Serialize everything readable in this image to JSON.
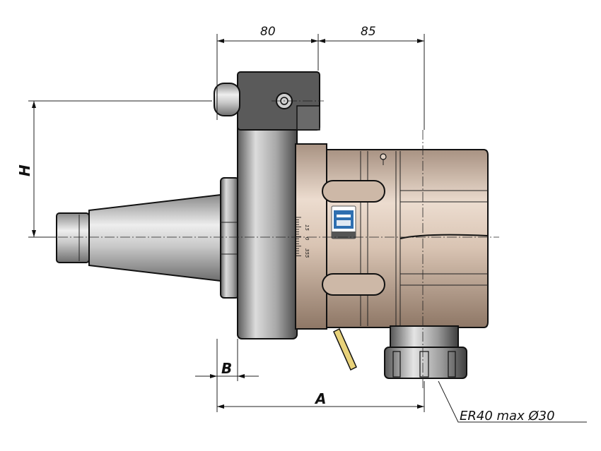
{
  "dimensions": {
    "top_left": "80",
    "top_right": "85",
    "height": "H",
    "flange": "B",
    "length": "A"
  },
  "callout": {
    "collet": "ER40 max Ø30"
  },
  "scale_marks": {
    "top": "15",
    "middle": "0",
    "bottom": "355"
  },
  "colors": {
    "shank": "#b9b9b9",
    "body": "#d8c3b2",
    "outline": "#111111",
    "coolant_pipe": "#e8d27a",
    "badge": "#2f6fb0"
  }
}
